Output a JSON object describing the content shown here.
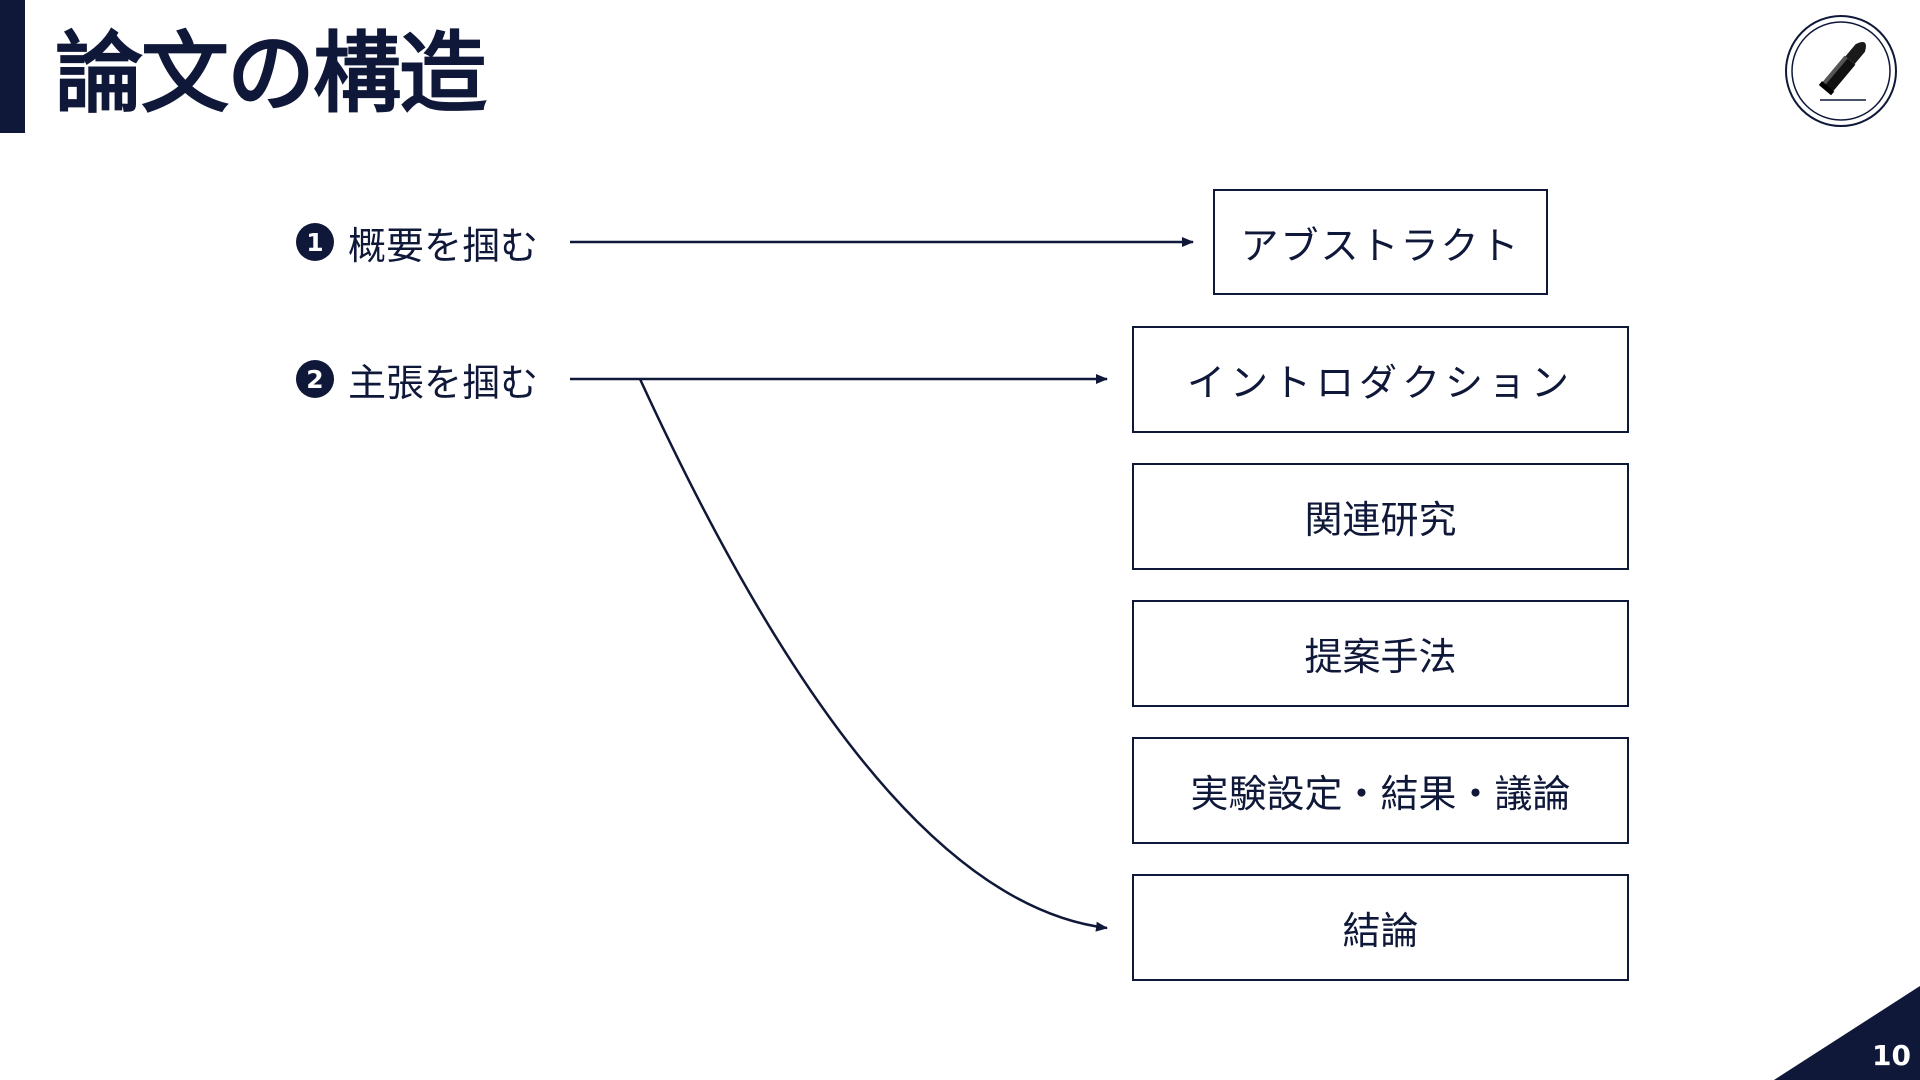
{
  "slide": {
    "title": "論文の構造",
    "page_number": "10"
  },
  "logo": {
    "icon": "bullet-icon"
  },
  "steps": [
    {
      "number": "1",
      "label": "概要を掴む"
    },
    {
      "number": "2",
      "label": "主張を掴む"
    }
  ],
  "sections": [
    {
      "label": "アブストラクト"
    },
    {
      "label": "イントロダクション"
    },
    {
      "label": "関連研究"
    },
    {
      "label": "提案手法"
    },
    {
      "label": "実験設定・結果・議論"
    },
    {
      "label": "結論"
    }
  ],
  "colors": {
    "navy": "#0f1838",
    "background": "#ffffff"
  }
}
